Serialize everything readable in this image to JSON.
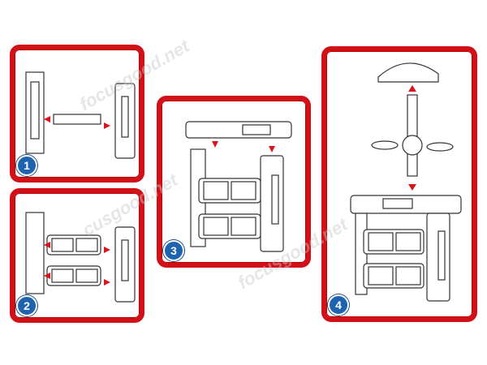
{
  "steps": [
    {
      "number": "1"
    },
    {
      "number": "2"
    },
    {
      "number": "3"
    },
    {
      "number": "4"
    }
  ],
  "watermarks": [
    "focusgood.net",
    "cusgood.net",
    "focusgood.net"
  ],
  "colors": {
    "frame": "#d21018",
    "badge": "#1d63b0",
    "arrow": "#d8141c"
  }
}
